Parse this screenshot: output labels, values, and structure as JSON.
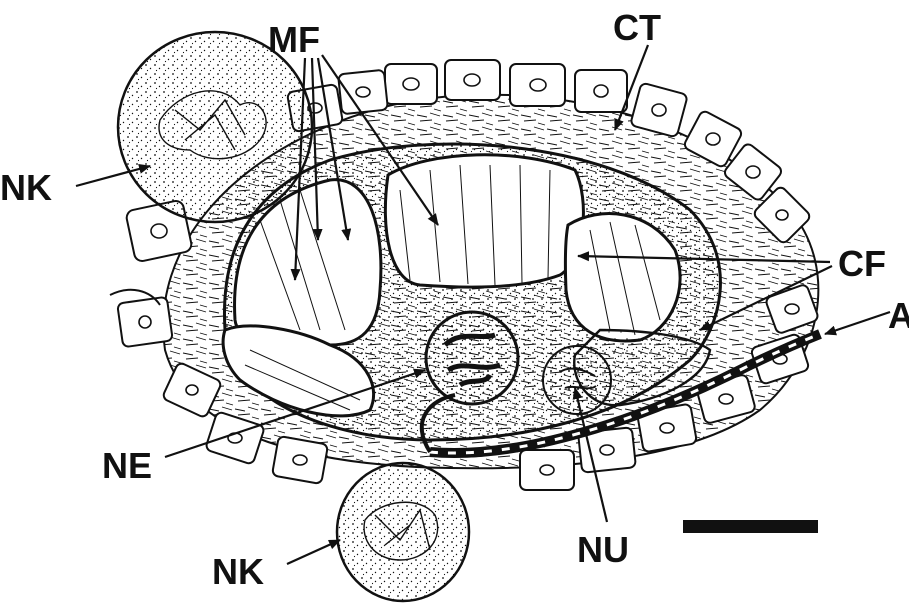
{
  "labels": {
    "mf": "MF",
    "ct": "CT",
    "nk_top": "NK",
    "nk_bottom": "NK",
    "cf": "CF",
    "a": "A",
    "ne": "NE",
    "nu": "NU"
  },
  "colors": {
    "ink": "#111111",
    "background": "#ffffff"
  }
}
